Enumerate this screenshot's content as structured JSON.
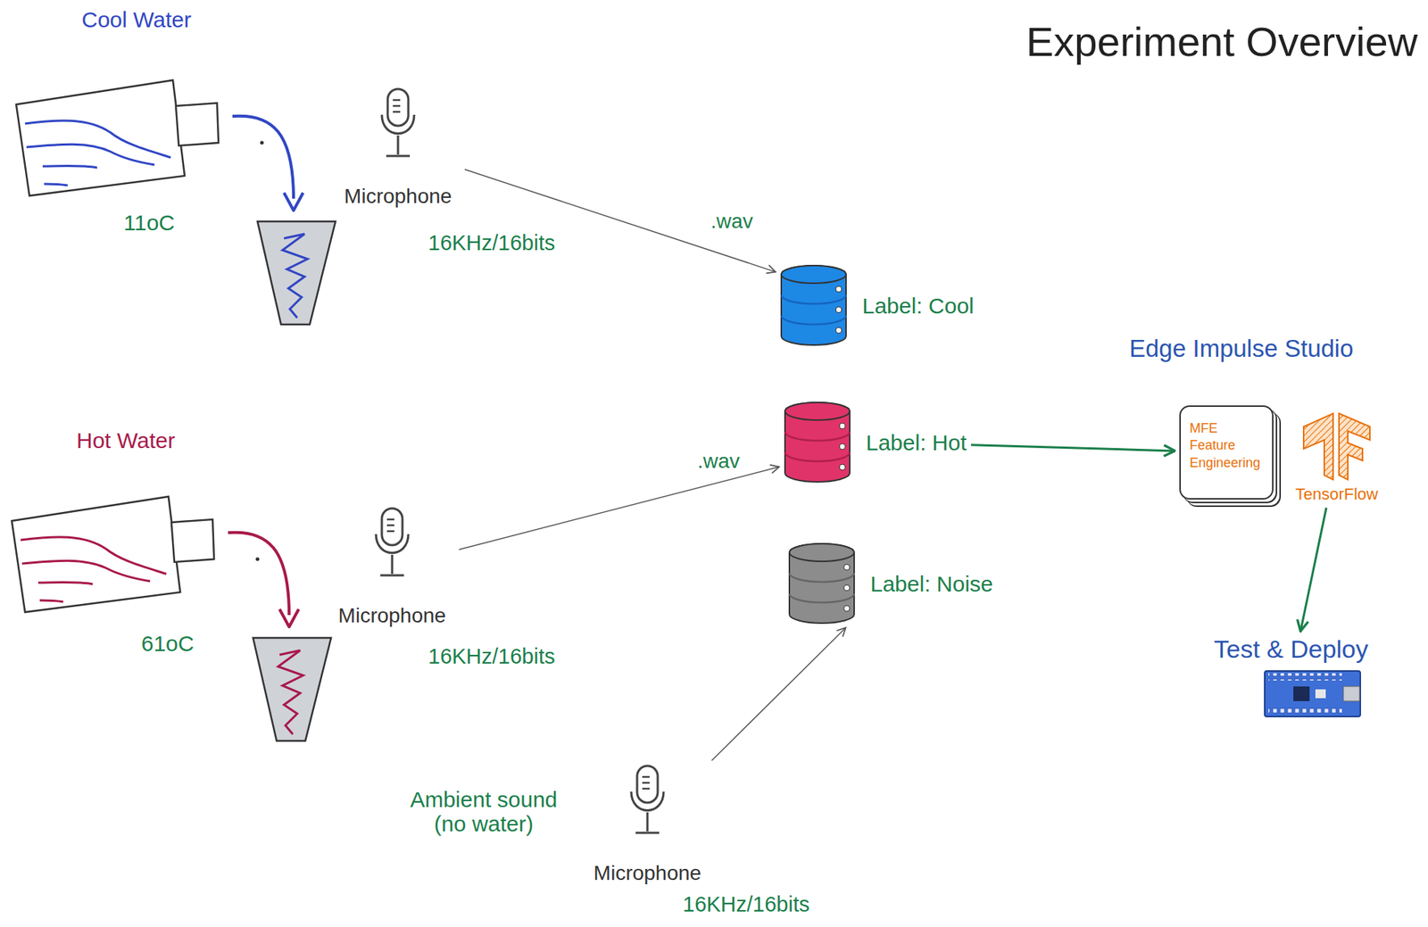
{
  "diagram": {
    "title": "Experiment Overview",
    "nodes": [
      {
        "text": [
          "Microphone",
          "16KHz/16bits"
        ]
      },
      {
        "text": [
          "Label: Cool"
        ]
      },
      {
        "text": [
          "Microphone",
          "16KHz/16bits"
        ]
      },
      {
        "text": [
          "Label: Hot"
        ]
      },
      {
        "text": [
          "Microphone",
          "16KHz/16bits"
        ]
      },
      {
        "text": [
          "Label: Noise"
        ]
      },
      {
        "text": [
          "MFE Feature Engineering"
        ]
      },
      {
        "text": [
          "TensorFlow"
        ]
      },
      {
        "text": [
          "Test & Deploy"
        ]
      }
    ],
    "edges": [
      {
        "from": 0,
        "to": 1,
        "arrow": "to",
        "label": ".wav"
      },
      {
        "from": 2,
        "to": 3,
        "arrow": "to",
        "label": ".wav"
      },
      {
        "from": 4,
        "to": 5,
        "arrow": "to"
      },
      {
        "from": 3,
        "to": 6,
        "arrow": "to"
      },
      {
        "from": 7,
        "to": 8,
        "arrow": "to"
      }
    ],
    "labels": [
      "Cool Water",
      "11oC",
      "Hot Water",
      "61oC",
      "Ambient sound (no water)",
      "Edge Impulse Studio"
    ]
  }
}
